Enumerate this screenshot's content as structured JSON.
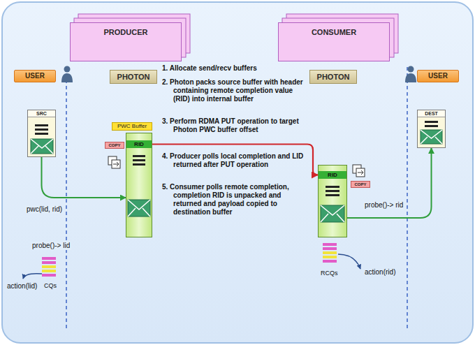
{
  "diagram": {
    "nodes": [
      {
        "text": [
          "PRODUCER"
        ]
      },
      {
        "text": [
          "CONSUMER"
        ]
      },
      {
        "text": [
          "USER"
        ]
      },
      {
        "text": [
          "PHOTON"
        ]
      },
      {
        "text": [
          "PHOTON"
        ]
      },
      {
        "text": [
          "USER"
        ]
      },
      {
        "text": [
          "SRC"
        ]
      },
      {
        "text": [
          "PWC Buffer"
        ]
      },
      {
        "text": [
          "COPY"
        ]
      },
      {
        "text": [
          "RID"
        ]
      },
      {
        "text": [
          "RID"
        ]
      },
      {
        "text": [
          "COPY"
        ]
      },
      {
        "text": [
          "DEST"
        ]
      }
    ],
    "edges": [
      {
        "from": 6,
        "to": 9,
        "arrow": "to"
      },
      {
        "from": 9,
        "to": 10,
        "arrow": "to"
      },
      {
        "from": 10,
        "to": 12,
        "arrow": "to"
      }
    ],
    "labels": [
      "1. Allocate send/recv buffers",
      "2. Photon packs source buffer with header containing remote completion value (RID) into internal buffer",
      "3. Perform RDMA PUT operation to target Photon PWC buffer offset",
      "4. Producer polls local completion and LID returned after PUT operation",
      "5. Consumer polls remote completion, completion RID is unpacked and returned and payload copied to destination buffer",
      "pwc(lid, rid)",
      "probe()-> lid",
      "action(lid)",
      "CQs",
      "probe()-> rid",
      "RCQs",
      "action(rid)"
    ]
  }
}
